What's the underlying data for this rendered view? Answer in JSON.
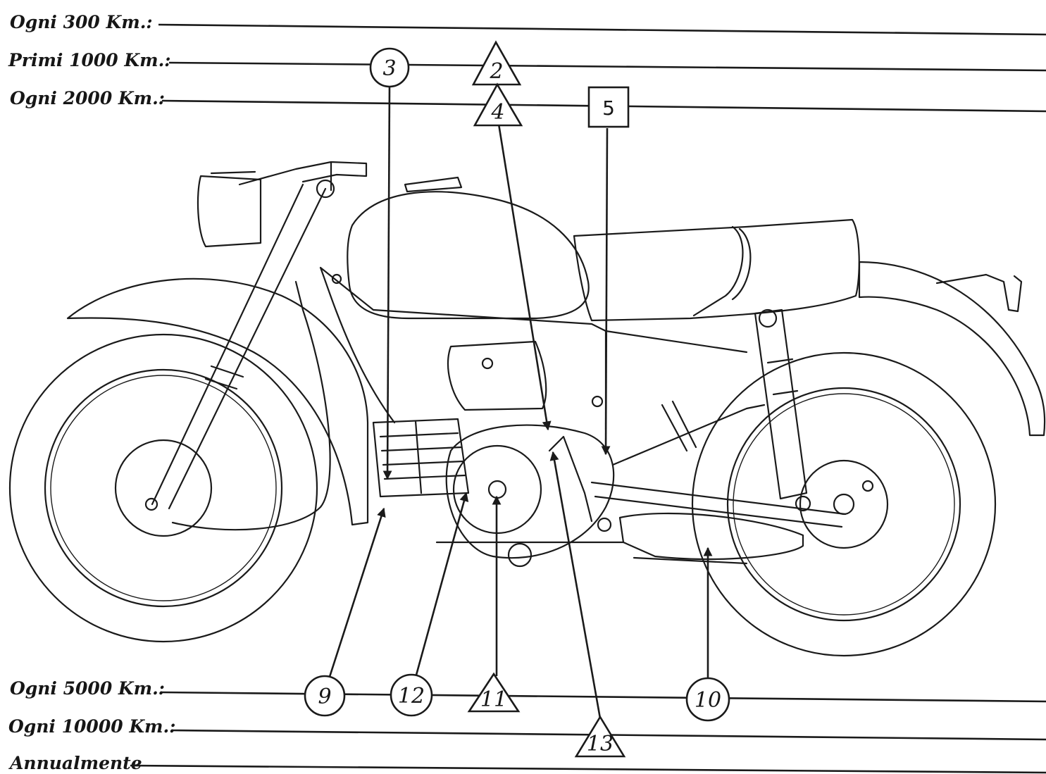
{
  "diagram": {
    "intervals": {
      "every_300": "Ogni 300 Km.:",
      "first_1000": "Primi 1000 Km.:",
      "every_2000": "Ogni 2000 Km.:",
      "every_5000": "Ogni 5000 Km.:",
      "every_10000": "Ogni 10000 Km.:",
      "annually": "Annualmente"
    },
    "markers": {
      "m2": "2",
      "m3": "3",
      "m4": "4",
      "m5": "5",
      "m9": "9",
      "m10": "10",
      "m11": "11",
      "m12": "12",
      "m13": "13"
    }
  }
}
